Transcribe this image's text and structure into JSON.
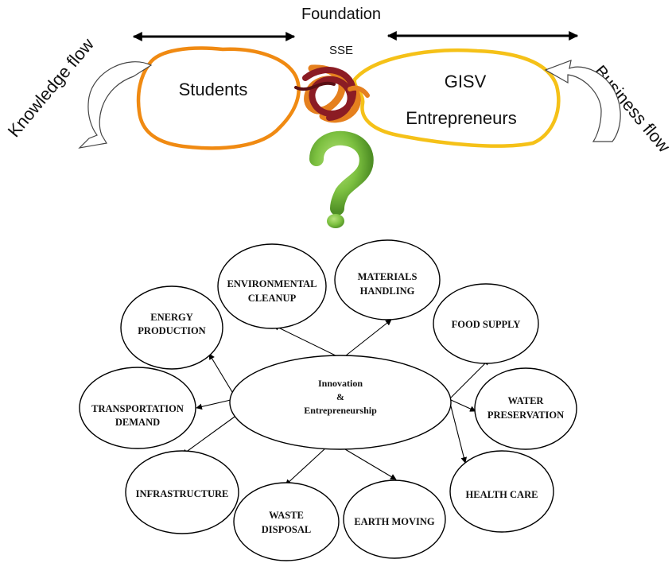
{
  "top": {
    "foundation": "Foundation",
    "sse": "SSE",
    "knowledge_flow": "Knowledge flow",
    "business_flow": "Business flow",
    "students": "Students",
    "gisv": "GISV",
    "entrepreneurs": "Entrepreneurs"
  },
  "colors": {
    "students_outline": "#f08a12",
    "entrepreneurs_outline": "#f5c118",
    "question_mark": "#7cc040",
    "knot_red": "#8b1c24",
    "knot_orange": "#e5801e"
  },
  "network": {
    "center": {
      "line1": "Innovation",
      "line2": "&",
      "line3": "Entrepreneurship"
    },
    "nodes": {
      "environmental": {
        "line1": "ENVIRONMENTAL",
        "line2": "CLEANUP"
      },
      "materials": {
        "line1": "MATERIALS",
        "line2": "HANDLING"
      },
      "energy": {
        "line1": "ENERGY",
        "line2": "PRODUCTION"
      },
      "food": {
        "line1": "FOOD SUPPLY"
      },
      "transportation": {
        "line1": "TRANSPORTATION",
        "line2": "DEMAND"
      },
      "water": {
        "line1": "WATER",
        "line2": "PRESERVATION"
      },
      "infrastructure": {
        "line1": "INFRASTRUCTURE"
      },
      "health": {
        "line1": "HEALTH CARE"
      },
      "waste": {
        "line1": "WASTE",
        "line2": "DISPOSAL"
      },
      "earth": {
        "line1": "EARTH MOVING"
      }
    }
  }
}
